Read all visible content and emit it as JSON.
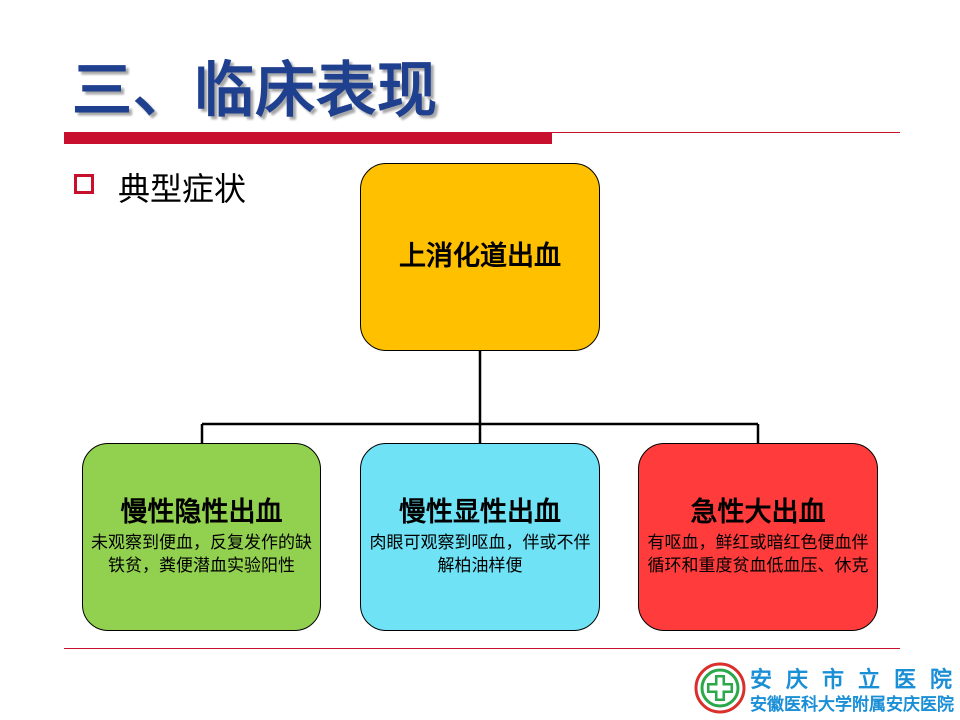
{
  "slide": {
    "title": "三、临床表现",
    "subtitle": "典型症状"
  },
  "diagram": {
    "root": {
      "label": "上消化道出血",
      "color": "#ffc000"
    },
    "children": [
      {
        "title": "慢性隐性出血",
        "desc": "未观察到便血，反复发作的缺铁贫，粪便潜血实验阳性",
        "color": "#92d050"
      },
      {
        "title": "慢性显性出血",
        "desc": "肉眼可观察到呕血，伴或不伴解柏油样便",
        "color": "#6fe2f5"
      },
      {
        "title": "急性大出血",
        "desc": "有呕血，鲜红或暗红色便血伴循环和重度贫血低血压、休克",
        "color": "#ff3b3b"
      }
    ]
  },
  "logo": {
    "line1": "安庆市立医院",
    "line2": "安徽医科大学附属安庆医院",
    "icon": "hospital-cross-icon",
    "color": "#1b8fd6"
  },
  "colors": {
    "title": "#1f3f8f",
    "accent": "#c8102e"
  }
}
